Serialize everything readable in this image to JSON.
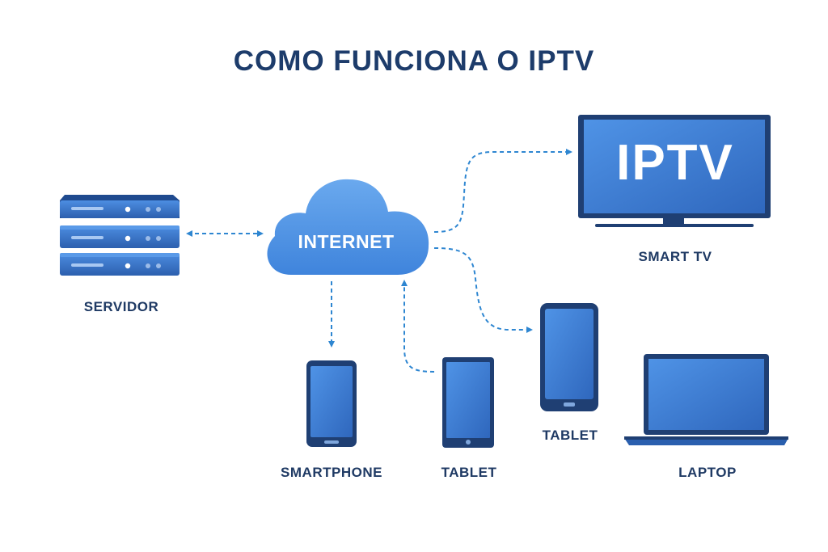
{
  "title": "COMO FUNCIONA O IPTV",
  "nodes": {
    "servidor": "SERVIDOR",
    "internet": "INTERNET",
    "smart_tv": "SMART TV",
    "tv_screen": "IPTV",
    "smartphone": "SMARTPHONE",
    "tablet_small": "TABLET",
    "tablet_large": "TABLET",
    "laptop": "LAPTOP"
  },
  "colors": {
    "device_body": "#1f3f73",
    "screen": "#3f7fd6",
    "arrow": "#2e86d1",
    "text": "#1f3a64"
  },
  "icons": [
    "server-icon",
    "cloud-icon",
    "smart-tv-icon",
    "smartphone-icon",
    "tablet-icon",
    "laptop-icon"
  ]
}
